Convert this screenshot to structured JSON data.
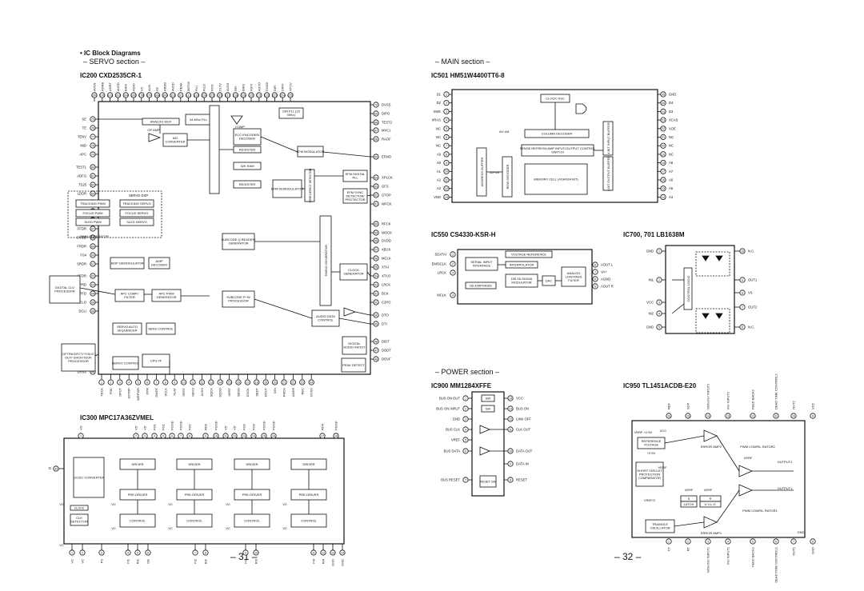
{
  "page_left": {
    "bullet_title": "• IC Block Diagrams",
    "section": "– SERVO section –",
    "ic200": {
      "label": "IC200   CXD2535CR-1",
      "left_pins": [
        "SE",
        "TE",
        "TENV",
        "MID",
        "APC",
        "TEST1",
        "ADFG",
        "TS25",
        "LDDR",
        "TRDR",
        "TFDR",
        "FRDR",
        "FFDR",
        "DVDD",
        "FRDR",
        "FS4",
        "SRDR",
        "SFDR",
        "SPRD",
        "SPFD",
        "DCLO",
        "DCLI",
        "XDCL"
      ],
      "right_pins": [
        "DVSS",
        "DIPO",
        "TEST2",
        "MVC1",
        "RAOF",
        "EFMO",
        "XPLCK",
        "GFS",
        "GTOP",
        "WFCK",
        "RFCK",
        "WOCK",
        "DVDD",
        "XBCK",
        "MCLK",
        "XTAI",
        "XTAO",
        "LRCK",
        "BCK",
        "C2PO",
        "DTO",
        "DTI",
        "DIDT",
        "DODT",
        "DOVF"
      ],
      "bottom_pins": [
        "TECK",
        "FOK",
        "DFCT",
        "SSTOP",
        "WRPWR",
        "DPR",
        "SWDT",
        "SCLK",
        "XLAT",
        "SRST",
        "SENS",
        "AVSS",
        "SQCK",
        "SQSO",
        "XRST",
        "SBSO",
        "EXCK",
        "SBDT",
        "DOUT",
        "DIN",
        "FMCK",
        "ADER",
        "REC",
        "DVSS"
      ],
      "top_pins": [
        "AVSS",
        "ADRB",
        "ADRT",
        "AVDD",
        "BIAS",
        "ADIO",
        "VC",
        "AUX",
        "FE",
        "ARDD",
        "AVDD",
        "PEAK",
        "BOTM",
        "FILI",
        "FILO",
        "PCO",
        "CLTV",
        "AVSS",
        "RFI",
        "BIAS",
        "ASYI",
        "ASYO",
        "DVDD",
        "DIFI",
        "DIFO",
        "XTCV"
      ],
      "blocks": {
        "analog_mux": "ANALOG MUX",
        "op_amp": "OP AMP",
        "ad_converter": "A/D CONVERTER",
        "pll_34": "34-MHz PLL",
        "din_pll": "DIN PLL (22 MHz)",
        "comp": "COMP",
        "ecc": "ECC ENCODER/ DECODER",
        "register1": "REGISTER",
        "efm_modulator": "EFM MODULATOR",
        "ram_32k": "32K RAM",
        "register2": "REGISTER",
        "efm_demodulator": "EFM DEMODULATOR",
        "mirr": "MIRR DEFECT DETECTOR",
        "efm_digital_pll": "EFM DIGITAL PLL",
        "efm_sync": "EFM SYNC DETECTOR/ PROTECTOR",
        "servo_dsp": "SERVO DSP",
        "tracking_pwm": "TRACKING PWM",
        "focus_pwm": "FOCUS PWM",
        "sled_pwm": "SLED PWM",
        "tracking_servo": "TRACKING SERVO",
        "focus_servo": "FOCUS SERVO",
        "sled_servo": "SLED SERVO",
        "pwm_generator": "PWM GENERATOR",
        "subcode_q": "SUBCODE Q READER/ GENERATOR",
        "timing_generator": "TIMING GENERATOR",
        "adip_demod": "ADIP DEMODULATOR",
        "adip_decoder": "ADIP DECODER",
        "clock_generator": "CLOCK GENERATOR",
        "digital_clv": "DIGITAL CLV PROCESSOR",
        "apc_comp": "APC COMP./ FILTER",
        "apc_pwm": "APC PWM GENERATOR",
        "subcode_pw": "SUBCODE P~W PROCESSOR",
        "audio_data": "AUDIO DATA CONTROL",
        "servo_auto": "SERVO AUTO SEQUENCER",
        "sens_control": "SENS CONTROL",
        "digital_audio": "DIGITAL AUDIO IN/OUT",
        "dftrk": "DFTRK/DFCT/ FOK/C OUT/ SHCK/TEOK PROCESSOR",
        "servo_control": "SERVO CONTROL",
        "cpu_if": "CPU I/F",
        "peak_detect": "PEAK DETECT"
      },
      "side_labels_left_bottom": [
        "DFTRK",
        "COUT",
        "DVSS"
      ]
    },
    "ic300": {
      "label": "IC300   MPC17A36ZVMEL",
      "top_pins": [
        "VG",
        "VD",
        "VD",
        "FO1",
        "FO1",
        "PGND",
        "PGND",
        "FO2",
        "RO2",
        "PGND",
        "VD",
        "VD",
        "FO3",
        "FO3",
        "PGND",
        "PGND",
        "RO4",
        "PGND"
      ],
      "driver_label": "DRIVER",
      "pre_driver_label": "PRE-DRIVER",
      "control_label": "CONTROL",
      "dcdc": "DC/DC CONVERTER",
      "clock": "CLOCK",
      "clk_detector": "CLK DETECTOR",
      "bottom_pins": [
        "VC",
        "VC",
        "PS",
        "FI1",
        "RI1",
        "OE",
        "FI2",
        "RI2",
        "FI3",
        "RI3",
        "FI4",
        "RI4",
        "GND",
        "GND"
      ],
      "g_pin": "G",
      "vc_label": "VC"
    },
    "page_number": "– 31 –"
  },
  "page_right": {
    "section_main": "– MAIN section –",
    "ic501": {
      "label": "IC501   HM51W4400TT6-8",
      "left_pins": [
        "D1",
        "D2",
        "XWE",
        "XRAS",
        "NC",
        "NC",
        "NC",
        "A9",
        "A0",
        "A1",
        "A2",
        "A3",
        "VDD"
      ],
      "right_pins": [
        "GND",
        "D4",
        "D3",
        "XCAS",
        "XOE",
        "NC",
        "NC",
        "NC",
        "A8",
        "A7",
        "A6",
        "A5",
        "A4"
      ],
      "blocks": {
        "clock_osc": "CLOCK OSC",
        "column_decoder": "COLUMN DECODER",
        "a0_a8": "A0~A8",
        "sense_amp": "SENSE REFRESH AMP INPUT/OUTPUT CONTROL SWITCH",
        "address_buffer": "ADDRESS BUFFER",
        "a0_a9": "A0~A9",
        "row_decoder": "ROW DECODER",
        "memory_cell": "MEMORY CELL (4194304 BIT)",
        "input_buffer": "4 BIT INPUT BUFFER",
        "output_buffer": "4 BIT OUTPUT BUFFER"
      }
    },
    "ic550": {
      "label": "IC550   CS4330-KSR-H",
      "left_pins": [
        "SDATAI",
        "EM/SCLK",
        "LRCK",
        "MCLK"
      ],
      "right_pins": [
        "AOUT L",
        "VA+",
        "AGND",
        "AOUT R"
      ],
      "blocks": {
        "serial_input": "SERIAL INPUT INTERFACE",
        "voltage_ref": "VOLTAGE REFERENCE",
        "interpolator": "INTERPOLATOR",
        "delta_sigma": "DELTA-SIGMA MODULATOR",
        "dac": "DAC",
        "analog_filter": "ANALOG LOW-PASS FILTER",
        "de_emphasis": "DE-EMPHASIS"
      }
    },
    "ic700": {
      "label": "IC700, 701   LB1638M",
      "left_pins": [
        "GND",
        "IN1",
        "VCC",
        "IN2",
        "GND"
      ],
      "right_pins": [
        "N.C.",
        "OUT1",
        "VS",
        "OUT2",
        "N.C."
      ],
      "logic": "CONTROL LOGIC"
    },
    "section_power": "– POWER section –",
    "ic900": {
      "label": "IC900   MM1284XFFE",
      "left_pins": [
        "BUS ON OUT",
        "BUS ON INPUT",
        "GND",
        "BUS CLK",
        "VREF",
        "BUS DATA",
        "BUS RESET"
      ],
      "right_pins": [
        "VCC",
        "BUS ON",
        "LINK OFF",
        "CLK OUT",
        "DATA OUT",
        "DATA IN",
        "RESET"
      ],
      "sw": "SW",
      "reset_sw": "RESET SW"
    },
    "ic950": {
      "label": "IC950   TL1451ACDB-E20",
      "top_pins": [
        "REF",
        "SCP",
        "NON-INV INPUT2",
        "INV INPUT2",
        "FEED BACK2",
        "DEAD TIME CONTROL2",
        "OUT2",
        "VCC"
      ],
      "bottom_pins": [
        "CT",
        "RT",
        "NON-INV INPUT1",
        "INV INPUT1",
        "FEED BACK1",
        "DEAD TIME CONTROL1",
        "OUT1",
        "GND"
      ],
      "blocks": {
        "vref": "VERF +2.5V",
        "vcc": "VCC",
        "ref_voltage": "REFERENCE VOLTAGE",
        "v25": "+2.5V",
        "error_amp2": "ERROR AMP2",
        "pwm2": "PWM COMPA- RATOR2",
        "short_circuit": "SHORT CIRCUIT PROTECTION COMPARATOR",
        "verf_a": "VERF",
        "verf_b": "VERF",
        "verf_c": "VERF",
        "latch": "LATCH",
        "uvlo": "U.V.L.O.",
        "s": "S",
        "r": "R",
        "vref2": "VREF/2",
        "triangle": "TRIANGLE OSCILLATOR",
        "error_amp1": "ERROR AMP1",
        "pwm1": "PWM COMPA- RATOR1",
        "output2": "OUTPUT2",
        "output1": "OUTPUT1",
        "gnd": "GND"
      }
    },
    "page_number": "– 32 –"
  }
}
